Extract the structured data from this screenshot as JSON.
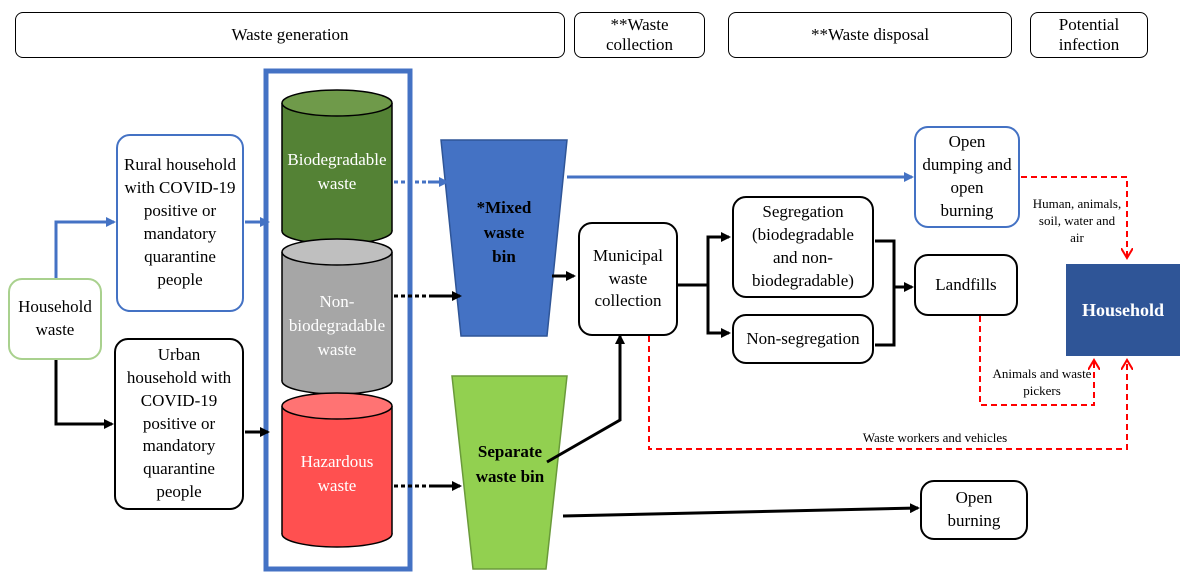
{
  "header": {
    "generation": "Waste generation",
    "collection": "**Waste collection",
    "disposal": "**Waste disposal",
    "infection": "Potential infection"
  },
  "sources": {
    "household_waste": "Household waste",
    "rural": "Rural household with COVID-19 positive or mandatory quarantine people",
    "urban": "Urban household with COVID-19 positive or mandatory quarantine people"
  },
  "waste_types": {
    "biodegradable": "Biodegradable waste",
    "non_biodegradable": "Non-biodegradable waste",
    "hazardous": "Hazardous waste"
  },
  "bins": {
    "mixed": "*Mixed waste bin",
    "separate": "Separate waste bin"
  },
  "processing": {
    "municipal": "Municipal waste collection",
    "segregation": "Segregation (biodegradable and non-biodegradable)",
    "non_segregation": "Non-segregation",
    "landfills": "Landfills",
    "open_dumping": "Open dumping and open burning",
    "open_burning": "Open burning",
    "household_target": "Household"
  },
  "labels": {
    "human_animals": "Human, animals, soil, water and air",
    "animals_pickers": "Animals and waste pickers",
    "workers_vehicles": "Waste workers and vehicles"
  },
  "colors": {
    "blue": "#4472c4",
    "green_dark": "#548235",
    "grey": "#a6a6a6",
    "red": "#ff5050",
    "bin_blue": "#4472c4",
    "bin_green": "#92d050",
    "household_blue": "#2f5597",
    "dashed_red": "#ff0000"
  }
}
